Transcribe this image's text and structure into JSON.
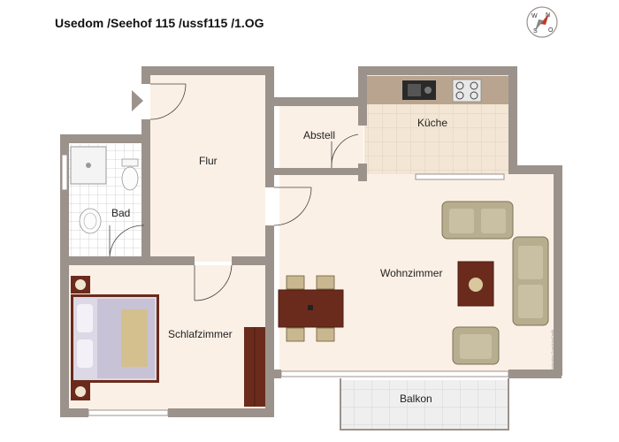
{
  "title": "Usedom /Seehof 115 /ussf115 /1.OG",
  "rooms": {
    "flur": "Flur",
    "bad": "Bad",
    "abstell": "Abstell",
    "kueche": "Küche",
    "wohnzimmer": "Wohnzimmer",
    "schlafzimmer": "Schlafzimmer",
    "balkon": "Balkon"
  },
  "compass": {
    "n": "N",
    "o": "O",
    "s": "S",
    "w": "W"
  },
  "credit": "Illustration:GrundrissGrafik",
  "colors": {
    "wall": "#9c928c",
    "floor": "#fbf0e6",
    "tile": "#f2e6d6",
    "bath_tile": "#ffffff",
    "balcony_tile": "#eeeeee",
    "wood": "#6b2b1c",
    "sofa": "#b7ad8f",
    "counter": "#b9a58f"
  }
}
